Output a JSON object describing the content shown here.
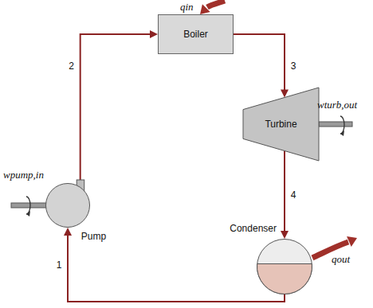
{
  "diagram": {
    "nodes": [
      {
        "text": [
          "Boiler"
        ]
      },
      {
        "text": [
          "Turbine"
        ]
      },
      {
        "text": [
          "Pump"
        ]
      },
      {
        "text": [
          "Condenser"
        ]
      }
    ],
    "edges": [
      {
        "from": 2,
        "to": 0,
        "arrow": "to",
        "label": "2"
      },
      {
        "from": 0,
        "to": 1,
        "arrow": "to",
        "label": "3"
      },
      {
        "from": 1,
        "to": 3,
        "arrow": "to",
        "label": "4"
      },
      {
        "from": 3,
        "to": 2,
        "arrow": "to",
        "label": "1"
      }
    ],
    "labels": [
      "qin",
      "qout",
      "wturb,out",
      "wpump,in"
    ]
  }
}
